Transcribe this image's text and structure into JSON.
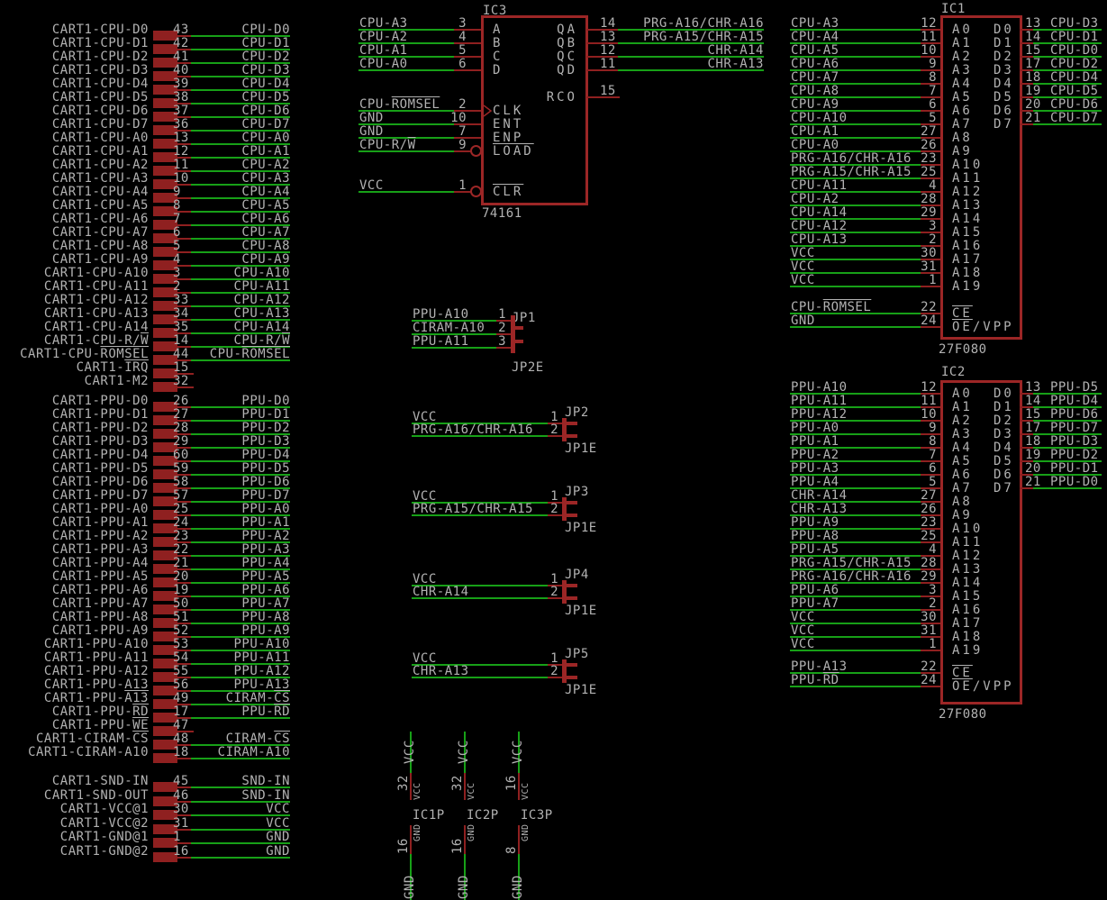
{
  "colors": {
    "background": "#000000",
    "wire_green": "#17a017",
    "symbol_red": "#9c2626",
    "pin_red": "#8f2020",
    "text_grey": "#b2b2b2"
  },
  "cart": {
    "sections": [
      {
        "rows": [
          {
            "label": "CART1-CPU-D0",
            "pin": "43",
            "net": "CPU-D0"
          },
          {
            "label": "CART1-CPU-D1",
            "pin": "42",
            "net": "CPU-D1"
          },
          {
            "label": "CART1-CPU-D2",
            "pin": "41",
            "net": "CPU-D2"
          },
          {
            "label": "CART1-CPU-D3",
            "pin": "40",
            "net": "CPU-D3"
          },
          {
            "label": "CART1-CPU-D4",
            "pin": "39",
            "net": "CPU-D4"
          },
          {
            "label": "CART1-CPU-D5",
            "pin": "38",
            "net": "CPU-D5"
          },
          {
            "label": "CART1-CPU-D6",
            "pin": "37",
            "net": "CPU-D6"
          },
          {
            "label": "CART1-CPU-D7",
            "pin": "36",
            "net": "CPU-D7"
          },
          {
            "label": "CART1-CPU-A0",
            "pin": "13",
            "net": "CPU-A0"
          },
          {
            "label": "CART1-CPU-A1",
            "pin": "12",
            "net": "CPU-A1"
          },
          {
            "label": "CART1-CPU-A2",
            "pin": "11",
            "net": "CPU-A2"
          },
          {
            "label": "CART1-CPU-A3",
            "pin": "10",
            "net": "CPU-A3"
          },
          {
            "label": "CART1-CPU-A4",
            "pin": "9",
            "net": "CPU-A4"
          },
          {
            "label": "CART1-CPU-A5",
            "pin": "8",
            "net": "CPU-A5"
          },
          {
            "label": "CART1-CPU-A6",
            "pin": "7",
            "net": "CPU-A6"
          },
          {
            "label": "CART1-CPU-A7",
            "pin": "6",
            "net": "CPU-A7"
          },
          {
            "label": "CART1-CPU-A8",
            "pin": "5",
            "net": "CPU-A8"
          },
          {
            "label": "CART1-CPU-A9",
            "pin": "4",
            "net": "CPU-A9"
          },
          {
            "label": "CART1-CPU-A10",
            "pin": "3",
            "net": "CPU-A10"
          },
          {
            "label": "CART1-CPU-A11",
            "pin": "2",
            "net": "CPU-A11"
          },
          {
            "label": "CART1-CPU-A12",
            "pin": "33",
            "net": "CPU-A12"
          },
          {
            "label": "CART1-CPU-A13",
            "pin": "34",
            "net": "CPU-A13"
          },
          {
            "label": "CART1-CPU-A14",
            "pin": "35",
            "net": "CPU-A14"
          },
          {
            "label": "CART1-CPU-R/[W]",
            "pin": "14",
            "net": "CPU-R/[W]"
          },
          {
            "label": "CART1-CPU-[ROMSEL]",
            "pin": "44",
            "net": "CPU-[ROMSEL]"
          },
          {
            "label": "CART1-[IRQ]",
            "pin": "15",
            "net": null
          },
          {
            "label": "CART1-M2",
            "pin": "32",
            "net": null
          }
        ]
      },
      {
        "rows": [
          {
            "label": "CART1-PPU-D0",
            "pin": "26",
            "net": "PPU-D0"
          },
          {
            "label": "CART1-PPU-D1",
            "pin": "27",
            "net": "PPU-D1"
          },
          {
            "label": "CART1-PPU-D2",
            "pin": "28",
            "net": "PPU-D2"
          },
          {
            "label": "CART1-PPU-D3",
            "pin": "29",
            "net": "PPU-D3"
          },
          {
            "label": "CART1-PPU-D4",
            "pin": "60",
            "net": "PPU-D4"
          },
          {
            "label": "CART1-PPU-D5",
            "pin": "59",
            "net": "PPU-D5"
          },
          {
            "label": "CART1-PPU-D6",
            "pin": "58",
            "net": "PPU-D6"
          },
          {
            "label": "CART1-PPU-D7",
            "pin": "57",
            "net": "PPU-D7"
          },
          {
            "label": "CART1-PPU-A0",
            "pin": "25",
            "net": "PPU-A0"
          },
          {
            "label": "CART1-PPU-A1",
            "pin": "24",
            "net": "PPU-A1"
          },
          {
            "label": "CART1-PPU-A2",
            "pin": "23",
            "net": "PPU-A2"
          },
          {
            "label": "CART1-PPU-A3",
            "pin": "22",
            "net": "PPU-A3"
          },
          {
            "label": "CART1-PPU-A4",
            "pin": "21",
            "net": "PPU-A4"
          },
          {
            "label": "CART1-PPU-A5",
            "pin": "20",
            "net": "PPU-A5"
          },
          {
            "label": "CART1-PPU-A6",
            "pin": "19",
            "net": "PPU-A6"
          },
          {
            "label": "CART1-PPU-A7",
            "pin": "50",
            "net": "PPU-A7"
          },
          {
            "label": "CART1-PPU-A8",
            "pin": "51",
            "net": "PPU-A8"
          },
          {
            "label": "CART1-PPU-A9",
            "pin": "52",
            "net": "PPU-A9"
          },
          {
            "label": "CART1-PPU-A10",
            "pin": "53",
            "net": "PPU-A10"
          },
          {
            "label": "CART1-PPU-A11",
            "pin": "54",
            "net": "PPU-A11"
          },
          {
            "label": "CART1-PPU-A12",
            "pin": "55",
            "net": "PPU-A12"
          },
          {
            "label": "CART1-PPU-A13",
            "pin": "56",
            "net": "PPU-A13"
          },
          {
            "label": "CART1-PPU-[A13]",
            "pin": "49",
            "net": "CIRAM-[CS]"
          },
          {
            "label": "CART1-PPU-[RD]",
            "pin": "17",
            "net": "PPU-[RD]"
          },
          {
            "label": "CART1-PPU-[WE]",
            "pin": "47",
            "net": null
          },
          {
            "label": "CART1-CIRAM-[CS]",
            "pin": "48",
            "net": "CIRAM-[CS]"
          },
          {
            "label": "CART1-CIRAM-A10",
            "pin": "18",
            "net": "CIRAM-A10"
          }
        ]
      },
      {
        "rows": [
          {
            "label": "CART1-SND-IN",
            "pin": "45",
            "net": "SND-IN"
          },
          {
            "label": "CART1-SND-OUT",
            "pin": "46",
            "net": "SND-IN"
          },
          {
            "label": "CART1-VCC@1",
            "pin": "30",
            "net": "VCC"
          },
          {
            "label": "CART1-VCC@2",
            "pin": "31",
            "net": "VCC"
          },
          {
            "label": "CART1-GND@1",
            "pin": "1",
            "net": "GND"
          },
          {
            "label": "CART1-GND@2",
            "pin": "16",
            "net": "GND"
          }
        ]
      }
    ]
  },
  "ic3": {
    "ref": "IC3",
    "value": "74161",
    "left": [
      {
        "net": "CPU-A3",
        "pin": "3",
        "name": "A"
      },
      {
        "net": "CPU-A2",
        "pin": "4",
        "name": "B"
      },
      {
        "net": "CPU-A1",
        "pin": "5",
        "name": "C"
      },
      {
        "net": "CPU-A0",
        "pin": "6",
        "name": "D"
      },
      {
        "net": "CPU-[ROMSEL]",
        "pin": "2",
        "name": "CLK",
        "clock": true
      },
      {
        "net": "GND",
        "pin": "10",
        "name": "ENT"
      },
      {
        "net": "GND",
        "pin": "7",
        "name": "ENP"
      },
      {
        "net": "CPU-R/[W]",
        "pin": "9",
        "name": "[LOAD]",
        "bubble": true
      },
      {
        "net": "VCC",
        "pin": "1",
        "name": "[CLR]",
        "bubble": true
      }
    ],
    "right": [
      {
        "name": "QA",
        "pin": "14",
        "net": "PRG-A16/CHR-A16"
      },
      {
        "name": "QB",
        "pin": "13",
        "net": "PRG-A15/CHR-A15"
      },
      {
        "name": "QC",
        "pin": "12",
        "net": "CHR-A14"
      },
      {
        "name": "QD",
        "pin": "11",
        "net": "CHR-A13"
      },
      {
        "name": "RCO",
        "pin": "15",
        "net": null
      }
    ]
  },
  "jumpers": [
    {
      "ref": "JP1",
      "value": "JP2E",
      "pins": [
        {
          "num": "1",
          "net": "PPU-A10"
        },
        {
          "num": "2",
          "net": "CIRAM-A10"
        },
        {
          "num": "3",
          "net": "PPU-A11"
        }
      ]
    },
    {
      "ref": "JP2",
      "value": "JP1E",
      "pins": [
        {
          "num": "1",
          "net": "VCC"
        },
        {
          "num": "2",
          "net": "PRG-A16/CHR-A16"
        }
      ]
    },
    {
      "ref": "JP3",
      "value": "JP1E",
      "pins": [
        {
          "num": "1",
          "net": "VCC"
        },
        {
          "num": "2",
          "net": "PRG-A15/CHR-A15"
        }
      ]
    },
    {
      "ref": "JP4",
      "value": "JP1E",
      "pins": [
        {
          "num": "1",
          "net": "VCC"
        },
        {
          "num": "2",
          "net": "CHR-A14"
        }
      ]
    },
    {
      "ref": "JP5",
      "value": "JP1E",
      "pins": [
        {
          "num": "1",
          "net": "VCC"
        },
        {
          "num": "2",
          "net": "CHR-A13"
        }
      ]
    }
  ],
  "ic1": {
    "ref": "IC1",
    "value": "27F080",
    "left": [
      {
        "net": "CPU-A3",
        "pin": "12",
        "name": "A0"
      },
      {
        "net": "CPU-A4",
        "pin": "11",
        "name": "A1"
      },
      {
        "net": "CPU-A5",
        "pin": "10",
        "name": "A2"
      },
      {
        "net": "CPU-A6",
        "pin": "9",
        "name": "A3"
      },
      {
        "net": "CPU-A7",
        "pin": "8",
        "name": "A4"
      },
      {
        "net": "CPU-A8",
        "pin": "7",
        "name": "A5"
      },
      {
        "net": "CPU-A9",
        "pin": "6",
        "name": "A6"
      },
      {
        "net": "CPU-A10",
        "pin": "5",
        "name": "A7"
      },
      {
        "net": "CPU-A1",
        "pin": "27",
        "name": "A8"
      },
      {
        "net": "CPU-A0",
        "pin": "26",
        "name": "A9"
      },
      {
        "net": "PRG-A16/CHR-A16",
        "pin": "23",
        "name": "A10"
      },
      {
        "net": "PRG-A15/CHR-A15",
        "pin": "25",
        "name": "A11"
      },
      {
        "net": "CPU-A11",
        "pin": "4",
        "name": "A12"
      },
      {
        "net": "CPU-A2",
        "pin": "28",
        "name": "A13"
      },
      {
        "net": "CPU-A14",
        "pin": "29",
        "name": "A14"
      },
      {
        "net": "CPU-A12",
        "pin": "3",
        "name": "A15"
      },
      {
        "net": "CPU-A13",
        "pin": "2",
        "name": "A16"
      },
      {
        "net": "VCC",
        "pin": "30",
        "name": "A17"
      },
      {
        "net": "VCC",
        "pin": "31",
        "name": "A18"
      },
      {
        "net": "VCC",
        "pin": "1",
        "name": "A19"
      }
    ],
    "ctrl": [
      {
        "net": "CPU-[ROMSEL]",
        "pin": "22",
        "name": "[CE]"
      },
      {
        "net": "GND",
        "pin": "24",
        "name": "[OE]/VPP"
      }
    ],
    "right": [
      {
        "name": "D0",
        "pin": "13",
        "net": "CPU-D3"
      },
      {
        "name": "D1",
        "pin": "14",
        "net": "CPU-D1"
      },
      {
        "name": "D2",
        "pin": "15",
        "net": "CPU-D0"
      },
      {
        "name": "D3",
        "pin": "17",
        "net": "CPU-D2"
      },
      {
        "name": "D4",
        "pin": "18",
        "net": "CPU-D4"
      },
      {
        "name": "D5",
        "pin": "19",
        "net": "CPU-D5"
      },
      {
        "name": "D6",
        "pin": "20",
        "net": "CPU-D6"
      },
      {
        "name": "D7",
        "pin": "21",
        "net": "CPU-D7"
      }
    ]
  },
  "ic2": {
    "ref": "IC2",
    "value": "27F080",
    "left": [
      {
        "net": "PPU-A10",
        "pin": "12",
        "name": "A0"
      },
      {
        "net": "PPU-A11",
        "pin": "11",
        "name": "A1"
      },
      {
        "net": "PPU-A12",
        "pin": "10",
        "name": "A2"
      },
      {
        "net": "PPU-A0",
        "pin": "9",
        "name": "A3"
      },
      {
        "net": "PPU-A1",
        "pin": "8",
        "name": "A4"
      },
      {
        "net": "PPU-A2",
        "pin": "7",
        "name": "A5"
      },
      {
        "net": "PPU-A3",
        "pin": "6",
        "name": "A6"
      },
      {
        "net": "PPU-A4",
        "pin": "5",
        "name": "A7"
      },
      {
        "net": "CHR-A14",
        "pin": "27",
        "name": "A8"
      },
      {
        "net": "CHR-A13",
        "pin": "26",
        "name": "A9"
      },
      {
        "net": "PPU-A9",
        "pin": "23",
        "name": "A10"
      },
      {
        "net": "PPU-A8",
        "pin": "25",
        "name": "A11"
      },
      {
        "net": "PPU-A5",
        "pin": "4",
        "name": "A12"
      },
      {
        "net": "PRG-A15/CHR-A15",
        "pin": "28",
        "name": "A13"
      },
      {
        "net": "PRG-A16/CHR-A16",
        "pin": "29",
        "name": "A14"
      },
      {
        "net": "PPU-A6",
        "pin": "3",
        "name": "A15"
      },
      {
        "net": "PPU-A7",
        "pin": "2",
        "name": "A16"
      },
      {
        "net": "VCC",
        "pin": "30",
        "name": "A17"
      },
      {
        "net": "VCC",
        "pin": "31",
        "name": "A18"
      },
      {
        "net": "VCC",
        "pin": "1",
        "name": "A19"
      }
    ],
    "ctrl": [
      {
        "net": "PPU-A13",
        "pin": "22",
        "name": "[CE]"
      },
      {
        "net": "PPU-[RD]",
        "pin": "24",
        "name": "[OE]/VPP"
      }
    ],
    "right": [
      {
        "name": "D0",
        "pin": "13",
        "net": "PPU-D5"
      },
      {
        "name": "D1",
        "pin": "14",
        "net": "PPU-D4"
      },
      {
        "name": "D2",
        "pin": "15",
        "net": "PPU-D6"
      },
      {
        "name": "D3",
        "pin": "17",
        "net": "PPU-D7"
      },
      {
        "name": "D4",
        "pin": "18",
        "net": "PPU-D3"
      },
      {
        "name": "D5",
        "pin": "19",
        "net": "PPU-D2"
      },
      {
        "name": "D6",
        "pin": "20",
        "net": "PPU-D1"
      },
      {
        "name": "D7",
        "pin": "21",
        "net": "PPU-D0"
      }
    ]
  },
  "power": [
    {
      "ref": "IC1P",
      "top": {
        "net": "VCC",
        "pin": "32",
        "name": "VCC"
      },
      "bottom": {
        "net": "GND",
        "pin": "16",
        "name": "GND"
      }
    },
    {
      "ref": "IC2P",
      "top": {
        "net": "VCC",
        "pin": "32",
        "name": "VCC"
      },
      "bottom": {
        "net": "GND",
        "pin": "16",
        "name": "GND"
      }
    },
    {
      "ref": "IC3P",
      "top": {
        "net": "VCC",
        "pin": "16",
        "name": "VCC"
      },
      "bottom": {
        "net": "GND",
        "pin": "8",
        "name": "GND"
      }
    }
  ]
}
